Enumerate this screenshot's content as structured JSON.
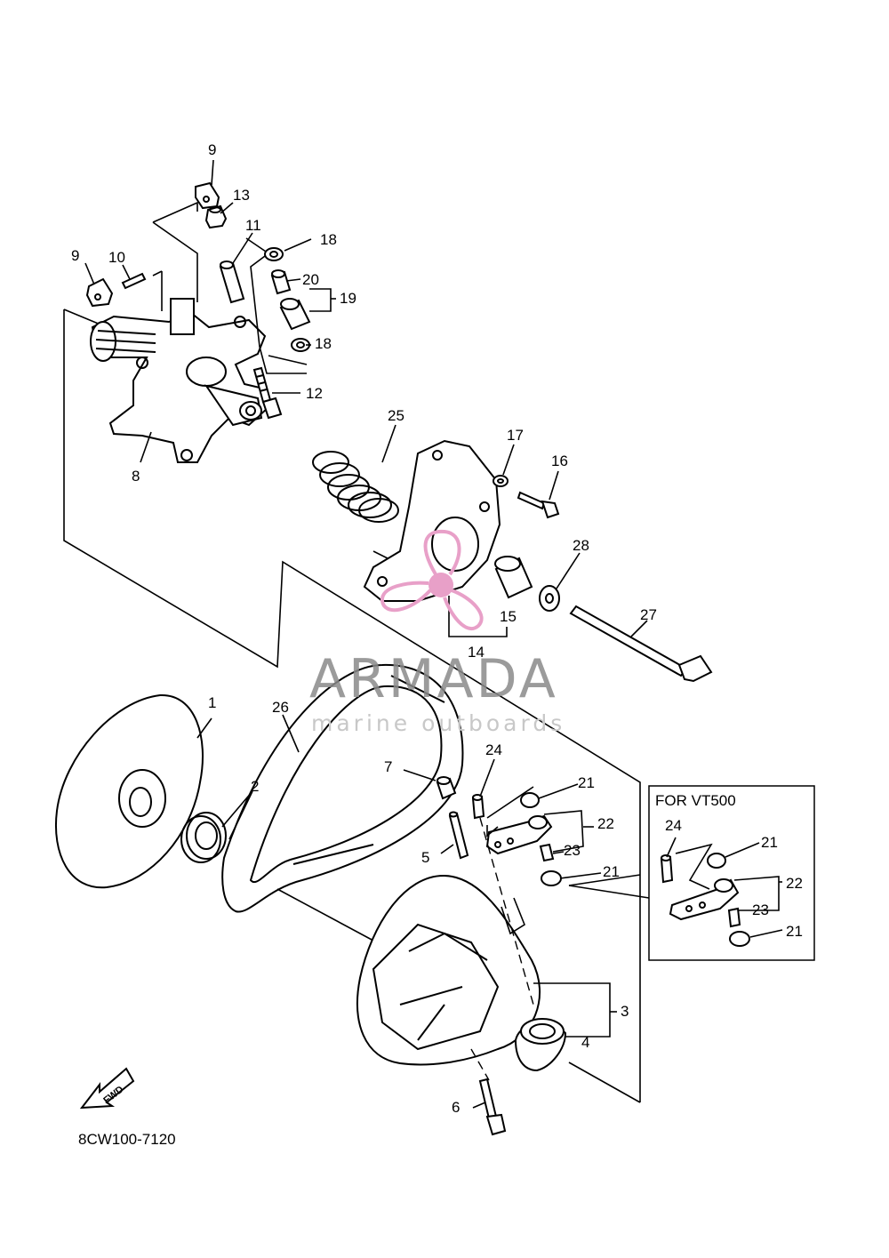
{
  "labels": {
    "p1": "1",
    "p2": "2",
    "p3": "3",
    "p4": "4",
    "p5": "5",
    "p6": "6",
    "p7": "7",
    "p8": "8",
    "p9a": "9",
    "p9b": "9",
    "p10": "10",
    "p11": "11",
    "p12": "12",
    "p13": "13",
    "p14": "14",
    "p15": "15",
    "p16": "16",
    "p17": "17",
    "p18a": "18",
    "p18b": "18",
    "p19": "19",
    "p20": "20",
    "p21a": "21",
    "p21b": "21",
    "p22": "22",
    "p23": "23",
    "p24": "24",
    "p25": "25",
    "p26": "26",
    "p27": "27",
    "p28": "28"
  },
  "inset": {
    "title": "FOR VT500",
    "p24": "24",
    "p21a": "21",
    "p22": "22",
    "p23": "23",
    "p21b": "21"
  },
  "fwd_label": "FWD",
  "diagram_code": "8CW100-7120",
  "watermark": {
    "brand": "ARMADA",
    "tagline": "marine outboards",
    "logo_color": "#e8a0c8",
    "text_color": "#8a8a8a"
  }
}
